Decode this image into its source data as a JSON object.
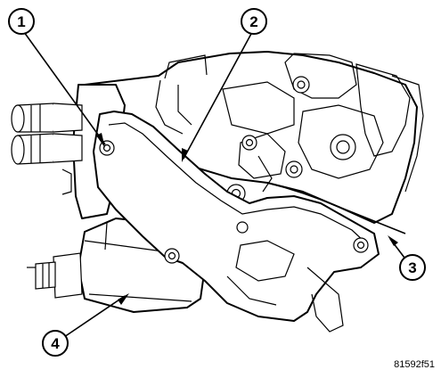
{
  "diagram": {
    "callouts": [
      {
        "id": "callout-1",
        "label": "1"
      },
      {
        "id": "callout-2",
        "label": "2"
      },
      {
        "id": "callout-3",
        "label": "3"
      },
      {
        "id": "callout-4",
        "label": "4"
      }
    ],
    "figure_id": "81592f51"
  }
}
